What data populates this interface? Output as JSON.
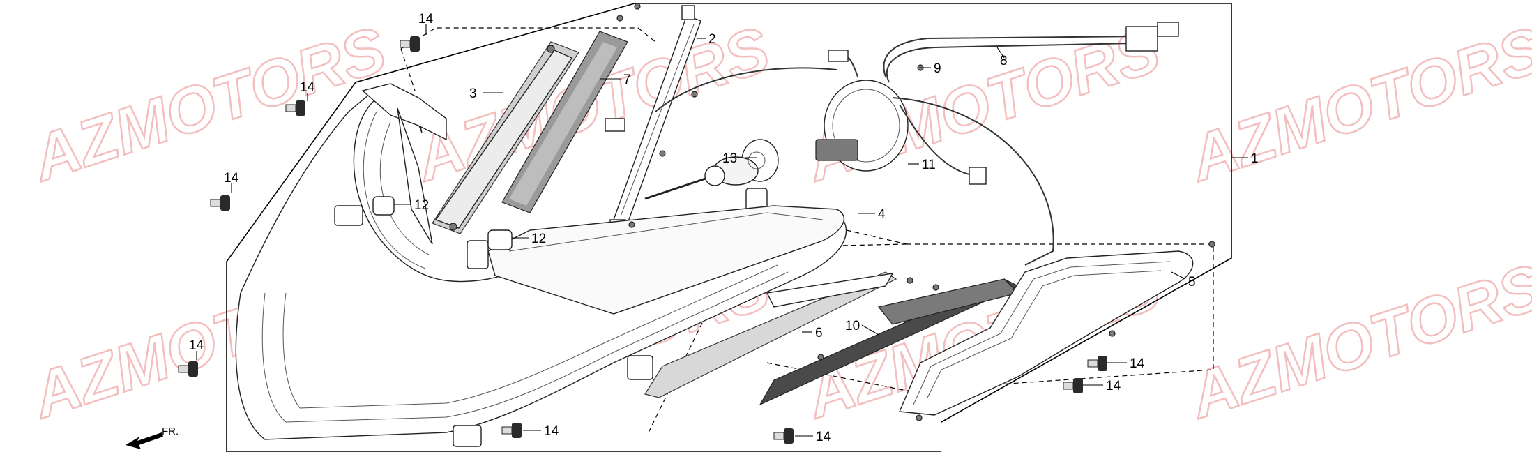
{
  "watermark": {
    "text": "AZMOTORS",
    "color": "#f2b3b3"
  },
  "direction_indicator": {
    "label": "FR."
  },
  "callouts": [
    {
      "id": "c1",
      "label": "1"
    },
    {
      "id": "c2",
      "label": "2"
    },
    {
      "id": "c3",
      "label": "3"
    },
    {
      "id": "c4",
      "label": "4"
    },
    {
      "id": "c5",
      "label": "5"
    },
    {
      "id": "c6",
      "label": "6"
    },
    {
      "id": "c7",
      "label": "7"
    },
    {
      "id": "c8",
      "label": "8"
    },
    {
      "id": "c9",
      "label": "9"
    },
    {
      "id": "c10",
      "label": "10"
    },
    {
      "id": "c11",
      "label": "11"
    },
    {
      "id": "c12a",
      "label": "12"
    },
    {
      "id": "c12b",
      "label": "12"
    },
    {
      "id": "c13",
      "label": "13"
    },
    {
      "id": "c14a",
      "label": "14"
    },
    {
      "id": "c14b",
      "label": "14"
    },
    {
      "id": "c14c",
      "label": "14"
    },
    {
      "id": "c14d",
      "label": "14"
    },
    {
      "id": "c14e",
      "label": "14"
    },
    {
      "id": "c14f",
      "label": "14"
    },
    {
      "id": "c14g",
      "label": "14"
    },
    {
      "id": "c14h",
      "label": "14"
    }
  ]
}
